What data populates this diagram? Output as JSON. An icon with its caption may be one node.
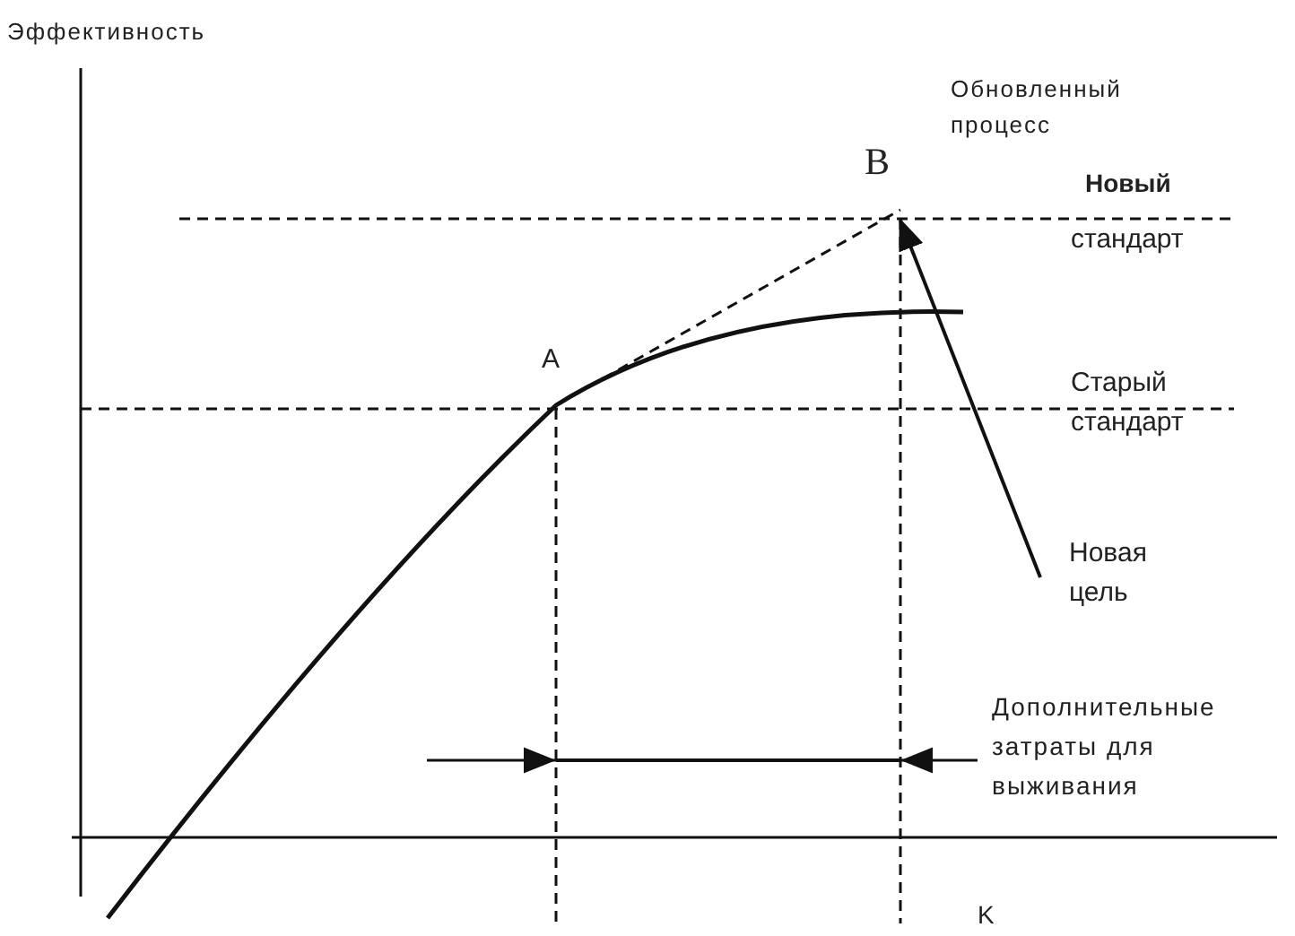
{
  "diagram": {
    "nodes": [
      {
        "text": [
          "Новая цель"
        ]
      },
      {
        "text": [
          "B"
        ]
      }
    ],
    "edges": [
      {
        "from": 0,
        "to": 1,
        "arrow": "to"
      }
    ],
    "labels": [
      "Эффективность",
      "Обновленный процесс",
      "Новый",
      "стандарт",
      "A",
      "Старый стандарт",
      "Дополнительные затраты для выживания",
      "K"
    ]
  }
}
